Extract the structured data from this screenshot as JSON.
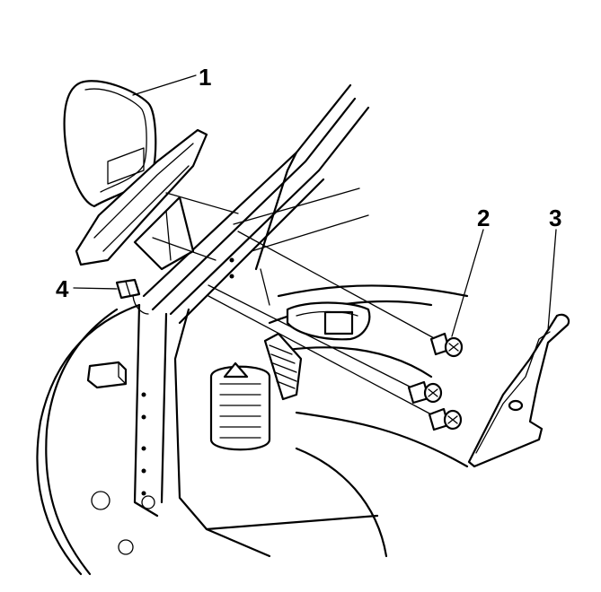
{
  "callouts": [
    {
      "id": "1",
      "label": "1"
    },
    {
      "id": "2",
      "label": "2"
    },
    {
      "id": "3",
      "label": "3"
    },
    {
      "id": "4",
      "label": "4"
    }
  ],
  "ink_color": "#000000",
  "paper_color": "#ffffff"
}
